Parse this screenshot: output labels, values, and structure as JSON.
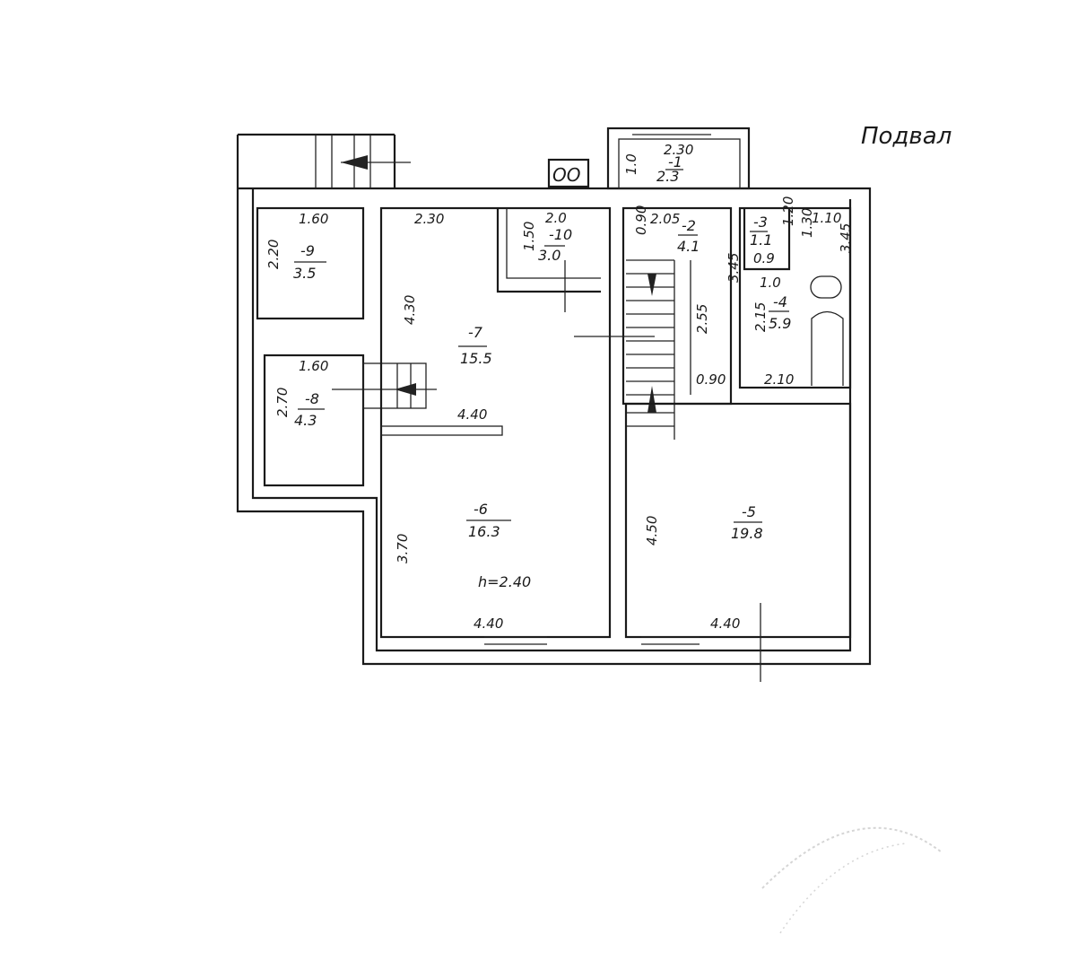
{
  "title": "Подвал",
  "ceiling_height": "h=2.40",
  "chimney_label": "OO",
  "rooms": [
    {
      "id": "-1",
      "area": "2.3",
      "dims": [
        "2.30",
        "1.0"
      ]
    },
    {
      "id": "-2",
      "area": "4.1",
      "dims": [
        "2.05",
        "0.90",
        "2.55",
        "0.90"
      ]
    },
    {
      "id": "-3",
      "area": "1.1",
      "dims": [
        "1.20",
        "0.9"
      ]
    },
    {
      "id": "-4",
      "area": "5.9",
      "dims": [
        "1.10",
        "1.30",
        "3.45",
        "1.0",
        "3.45",
        "2.15",
        "2.10"
      ]
    },
    {
      "id": "-5",
      "area": "19.8",
      "dims": [
        "4.50",
        "4.40"
      ]
    },
    {
      "id": "-6",
      "area": "16.3",
      "dims": [
        "3.70",
        "4.40"
      ]
    },
    {
      "id": "-7",
      "area": "15.5",
      "dims": [
        "2.30",
        "4.30",
        "4.40"
      ]
    },
    {
      "id": "-8",
      "area": "4.3",
      "dims": [
        "1.60",
        "2.70"
      ]
    },
    {
      "id": "-9",
      "area": "3.5",
      "dims": [
        "1.60",
        "2.20"
      ]
    },
    {
      "id": "-10",
      "area": "3.0",
      "dims": [
        "2.0",
        "1.50"
      ]
    }
  ]
}
